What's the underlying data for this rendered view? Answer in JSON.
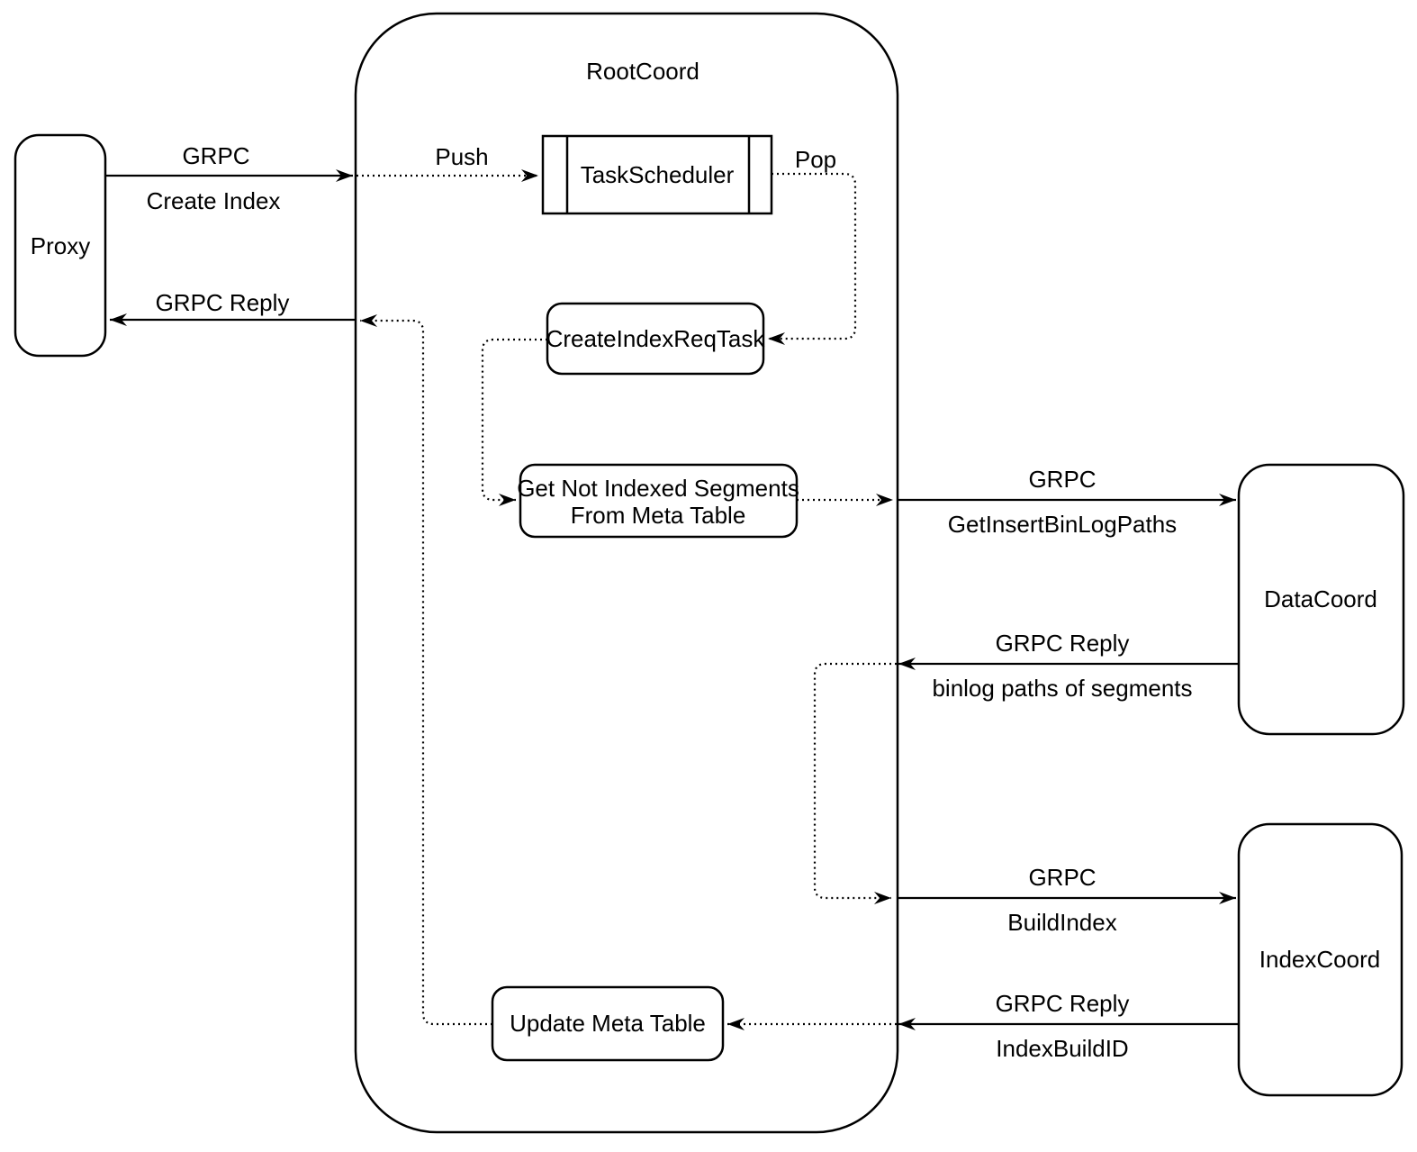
{
  "diagram": {
    "colors": {
      "stroke": "#000000",
      "background": "#ffffff"
    },
    "nodes": {
      "root_coord": {
        "title": "RootCoord"
      },
      "proxy": {
        "label": "Proxy"
      },
      "task_scheduler": {
        "label": "TaskScheduler"
      },
      "create_index_req_task": {
        "label": "CreateIndexReqTask"
      },
      "get_not_indexed_segments": {
        "label_line1": "Get Not Indexed Segments",
        "label_line2": "From Meta Table"
      },
      "update_meta_table": {
        "label": "Update Meta Table"
      },
      "data_coord": {
        "label": "DataCoord"
      },
      "index_coord": {
        "label": "IndexCoord"
      }
    },
    "edges": {
      "proxy_to_rootcoord": {
        "protocol": "GRPC",
        "message": "Create Index"
      },
      "rootcoord_to_proxy": {
        "protocol": "GRPC Reply"
      },
      "push": {
        "label": "Push"
      },
      "pop": {
        "label": "Pop"
      },
      "rootcoord_to_datacoord": {
        "protocol": "GRPC",
        "message": "GetInsertBinLogPaths"
      },
      "datacoord_to_rootcoord": {
        "protocol": "GRPC Reply",
        "message": "binlog paths of segments"
      },
      "rootcoord_to_indexcoord": {
        "protocol": "GRPC",
        "message": "BuildIndex"
      },
      "indexcoord_to_rootcoord": {
        "protocol": "GRPC Reply",
        "message": "IndexBuildID"
      }
    }
  }
}
